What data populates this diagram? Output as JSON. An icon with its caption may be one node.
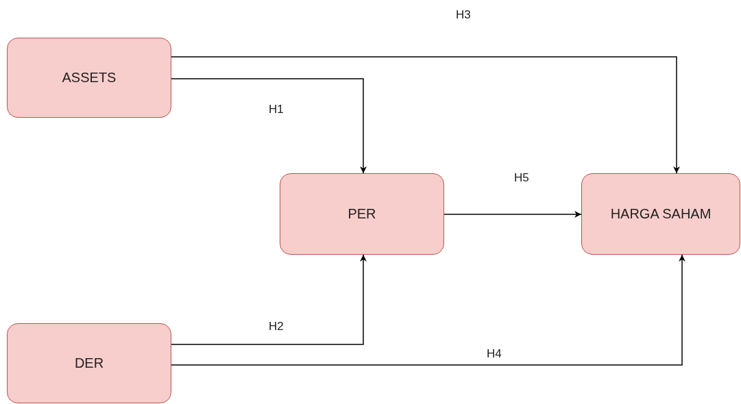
{
  "diagram": {
    "nodes": [
      {
        "text": [
          "ASSETS"
        ]
      },
      {
        "text": [
          "PER"
        ]
      },
      {
        "text": [
          "HARGA SAHAM"
        ]
      },
      {
        "text": [
          "DER"
        ]
      }
    ],
    "edges": [
      {
        "from": 0,
        "to": 1,
        "arrow": "to",
        "label": "H1"
      },
      {
        "from": 3,
        "to": 1,
        "arrow": "to",
        "label": "H2"
      },
      {
        "from": 0,
        "to": 2,
        "arrow": "to",
        "label": "H3"
      },
      {
        "from": 3,
        "to": 2,
        "arrow": "to",
        "label": "H4"
      },
      {
        "from": 1,
        "to": 2,
        "arrow": "to",
        "label": "H5"
      }
    ]
  }
}
